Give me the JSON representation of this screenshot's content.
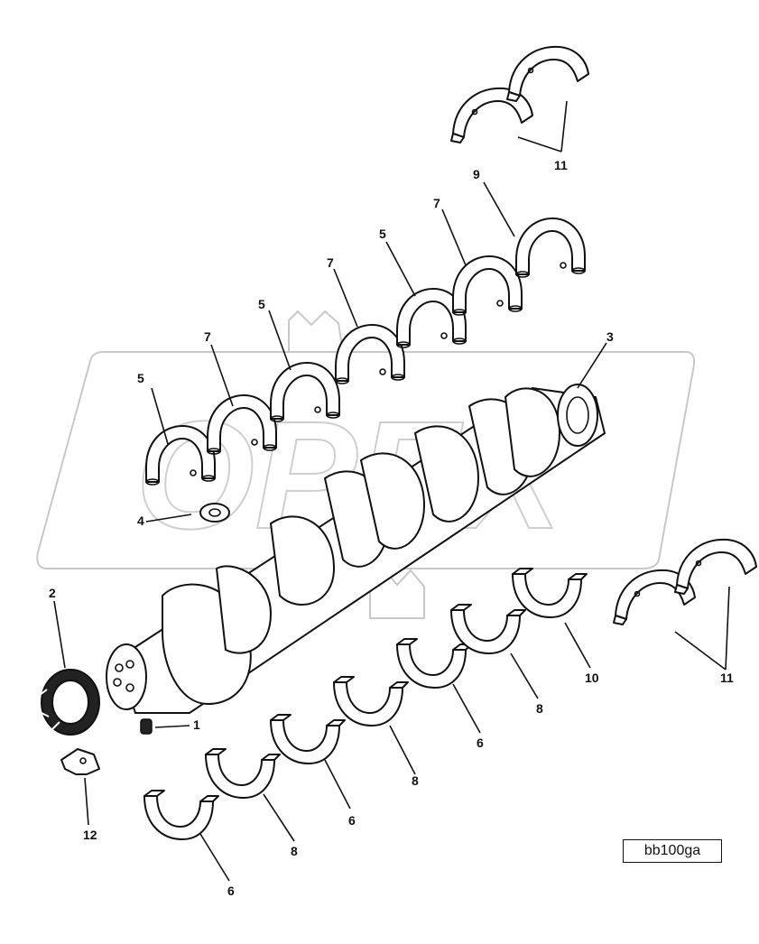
{
  "figure": {
    "reference_code": "bb100ga",
    "watermark": "OPEX"
  },
  "callouts": {
    "c1": "1",
    "c2": "2",
    "c3": "3",
    "c4": "4",
    "c5a": "5",
    "c5b": "5",
    "c5c": "5",
    "c6a": "6",
    "c6b": "6",
    "c6c": "6",
    "c7a": "7",
    "c7b": "7",
    "c7c": "7",
    "c8a": "8",
    "c8b": "8",
    "c8c": "8",
    "c9": "9",
    "c10": "10",
    "c11a": "11",
    "c11b": "11",
    "c12": "12"
  }
}
